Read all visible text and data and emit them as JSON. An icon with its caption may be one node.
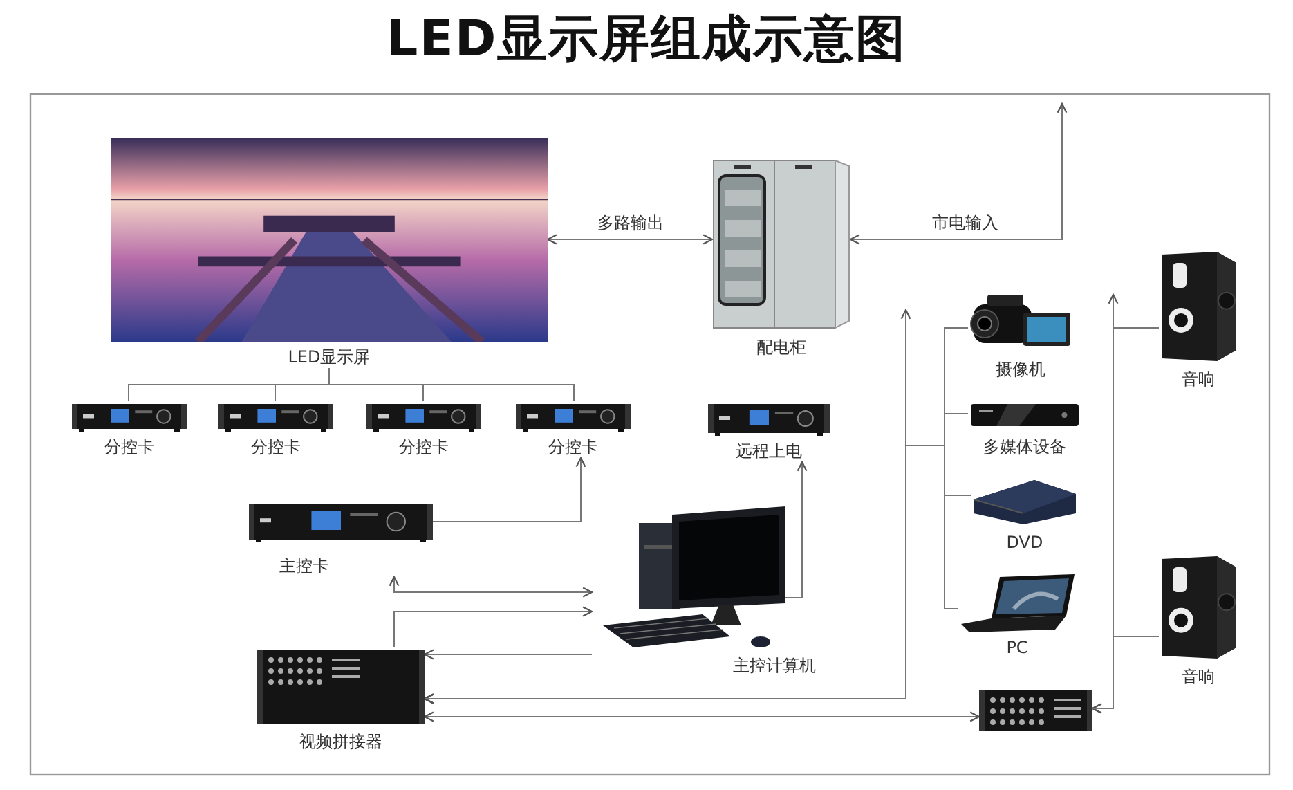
{
  "diagram": {
    "title": "LED显示屏组成示意图",
    "nodes": [
      {
        "text": [
          "LED显示屏"
        ]
      },
      {
        "text": [
          "配电柜"
        ]
      },
      {
        "text": [
          "分控卡"
        ]
      },
      {
        "text": [
          "分控卡"
        ]
      },
      {
        "text": [
          "分控卡"
        ]
      },
      {
        "text": [
          "分控卡"
        ]
      },
      {
        "text": [
          "远程上电"
        ]
      },
      {
        "text": [
          "主控卡"
        ]
      },
      {
        "text": [
          "主控计算机"
        ]
      },
      {
        "text": [
          "视频拼接器"
        ]
      },
      {
        "text": [
          "摄像机"
        ]
      },
      {
        "text": [
          "多媒体设备"
        ]
      },
      {
        "text": [
          "DVD"
        ]
      },
      {
        "text": [
          "PC"
        ]
      },
      {
        "text": [
          "音响"
        ]
      },
      {
        "text": [
          "音响"
        ]
      },
      {
        "text": [],
        "shape": "picture"
      }
    ],
    "edges": [
      {
        "from": 0,
        "to": 1,
        "arrow": "both",
        "label": "多路输出"
      },
      {
        "from": null,
        "to": 1,
        "arrow": "both",
        "label": "市电输入"
      },
      {
        "from": 0,
        "to": 2,
        "arrow": "none"
      },
      {
        "from": 0,
        "to": 3,
        "arrow": "none"
      },
      {
        "from": 0,
        "to": 4,
        "arrow": "none"
      },
      {
        "from": 0,
        "to": 5,
        "arrow": "none"
      },
      {
        "from": 7,
        "to": 5,
        "arrow": "to"
      },
      {
        "from": 8,
        "to": 6,
        "arrow": "to"
      },
      {
        "from": 7,
        "to": 8,
        "arrow": "both"
      },
      {
        "from": 9,
        "to": 8,
        "arrow": "to"
      },
      {
        "from": 8,
        "to": 9,
        "arrow": "to"
      },
      {
        "from": 10,
        "to": 9,
        "arrow": "to"
      },
      {
        "from": 11,
        "to": 9,
        "arrow": "to"
      },
      {
        "from": 12,
        "to": 9,
        "arrow": "to"
      },
      {
        "from": 13,
        "to": 9,
        "arrow": "to"
      },
      {
        "from": 9,
        "to": null,
        "arrow": "to"
      },
      {
        "from": 9,
        "to": 16,
        "arrow": "both"
      },
      {
        "from": 14,
        "to": 16,
        "arrow": "to"
      },
      {
        "from": 15,
        "to": 16,
        "arrow": "to"
      },
      {
        "from": 16,
        "to": null,
        "arrow": "to"
      }
    ]
  }
}
